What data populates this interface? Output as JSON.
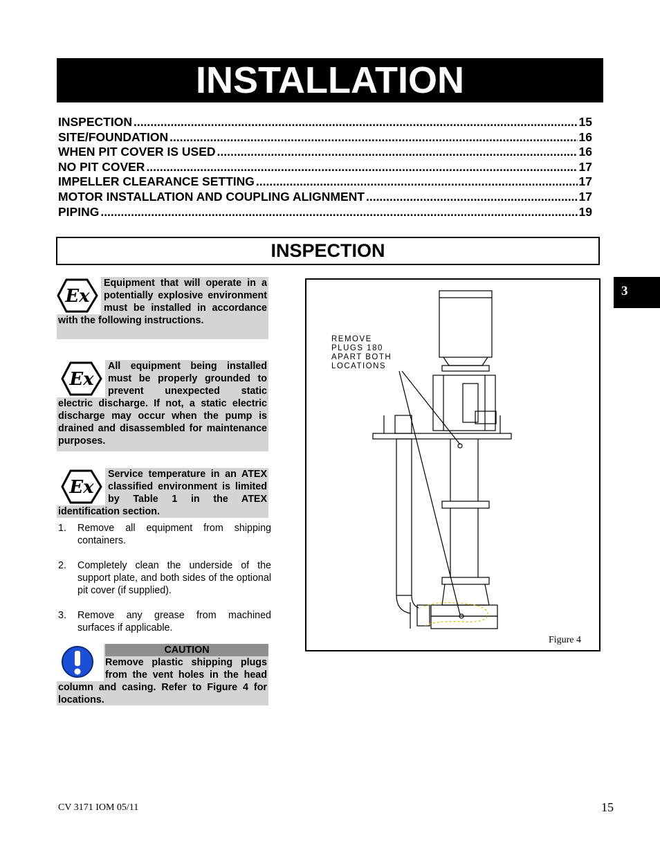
{
  "title": "INSTALLATION",
  "toc": [
    {
      "label": "INSPECTION",
      "page": "15"
    },
    {
      "label": "SITE/FOUNDATION",
      "page": "16"
    },
    {
      "label": "WHEN PIT COVER IS USED",
      "page": "16"
    },
    {
      "label": "NO PIT COVER",
      "page": "17"
    },
    {
      "label": "IMPELLER CLEARANCE SETTING",
      "page": "17"
    },
    {
      "label": "MOTOR INSTALLATION AND COUPLING ALIGNMENT",
      "page": "17"
    },
    {
      "label": "PIPING",
      "page": "19"
    }
  ],
  "section_heading": "INSPECTION",
  "chapter_tab": "3",
  "notes": [
    {
      "icon": "atex-ex-icon",
      "text": "Equipment that will operate in a potentially explosive environment must be installed in accordance with the following instructions."
    },
    {
      "icon": "atex-ex-icon",
      "text": "All equipment being installed must be properly grounded to prevent unexpected static electric discharge. If not, a static electric discharge may occur when the pump is drained and disassembled for maintenance purposes."
    },
    {
      "icon": "atex-ex-icon",
      "text": "Service temperature in an ATEX classified environment is limited by Table 1 in the ATEX identification section."
    }
  ],
  "steps": [
    {
      "num": "1.",
      "text": "Remove all equipment from shipping containers."
    },
    {
      "num": "2.",
      "text": "Completely clean the underside of the support plate, and both sides of the optional pit cover (if supplied)."
    },
    {
      "num": "3.",
      "text": "Remove any grease from machined surfaces if applicable."
    }
  ],
  "caution": {
    "icon": "exclamation-icon",
    "header": "CAUTION",
    "text": "Remove plastic shipping plugs from the vent holes in the head column and casing. Refer to Figure 4 for locations.",
    "accent": "#1a4fd6"
  },
  "figure": {
    "callout": [
      "REMOVE",
      "PLUGS 180",
      "APART BOTH",
      "LOCATIONS"
    ],
    "caption": "Figure 4"
  },
  "footer": {
    "doc_id": "CV 3171 IOM 05/11",
    "page_number": "15"
  }
}
